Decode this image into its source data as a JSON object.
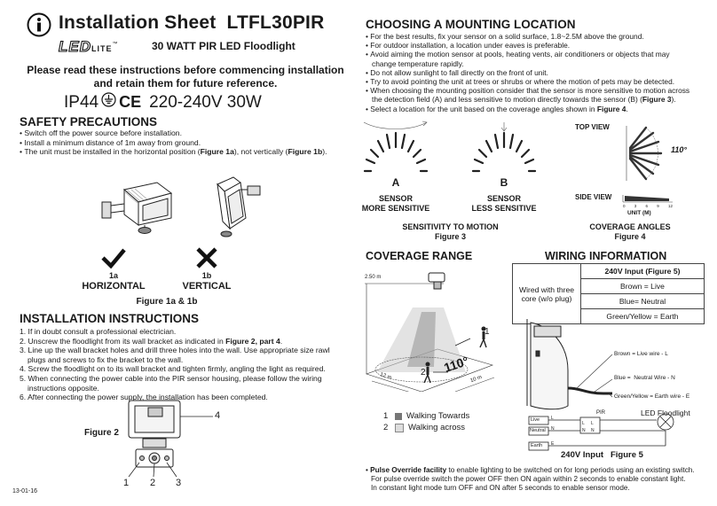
{
  "header": {
    "title": "Installation Sheet  LTFL30PIR",
    "brand_main": "LED",
    "brand_sub": "LITE",
    "brand_tm": "™",
    "product_line": "30 WATT PIR LED Floodlight",
    "notice_line1": "Please read these instructions before commencing installation",
    "notice_line2": "and retain them for future reference.",
    "rating_ip": "IP44",
    "rating_ce": "CE",
    "rating_voltage": "220-240V 30W"
  },
  "safety": {
    "heading": "SAFETY PRECAUTIONS",
    "items": [
      "Switch off the power source before installation.",
      "Install a minimum distance of 1m away from ground."
    ],
    "item3_pre": "The unit must be installed in the horizontal position (",
    "item3_b1": "Figure 1a",
    "item3_mid": "), not vertically (",
    "item3_b2": "Figure 1b",
    "item3_post": ")."
  },
  "figure1": {
    "label_a_code": "1a",
    "label_a": "HORIZONTAL",
    "label_b_code": "1b",
    "label_b": "VERTICAL",
    "caption": "Figure 1a & 1b"
  },
  "install": {
    "heading": "INSTALLATION INSTRUCTIONS",
    "step1": "1. If in doubt consult a professional electrician.",
    "step2_pre": "2. Unscrew the floodlight from its wall bracket as indicated in ",
    "step2_b": "Figure 2, part 4",
    "step2_post": ".",
    "step3_line1": "3. Line up the wall bracket holes and drill three holes into the wall. Use appropriate size rawl",
    "step3_line2": "plugs and screws to fix the bracket to the wall.",
    "step4": "4. Screw  the floodlight on to its wall bracket and tighten firmly, angling the light as required.",
    "step5_line1": "5. When connecting the power cable into the PIR sensor housing, please follow the wiring",
    "step5_line2": "instructions opposite.",
    "step6": "6. After connecting the power supply, the installation has been completed."
  },
  "figure2": {
    "caption": "Figure 2",
    "part1": "1",
    "part2": "2",
    "part3": "3",
    "part4": "4"
  },
  "footer_code": "13-01-16",
  "mounting": {
    "heading": "CHOOSING A MOUNTING LOCATION",
    "b1": "For the best results, fix your sensor on a solid surface, 1.8~2.5M above the ground.",
    "b2": "For outdoor installation, a location under eaves is preferable.",
    "b3_line1": "Avoid aiming the motion sensor at pools, heating vents, air conditioners or objects that may",
    "b3_line2": "change temperature rapidly.",
    "b4": "Do not allow sunlight to fall directly on the front of unit.",
    "b5": "Try to avoid pointing the unit at trees or shrubs or where the motion of pets may be detected.",
    "b6_line1": "When choosing the mounting position consider that the sensor is more sensitive to motion across",
    "b6_line2_pre": "the detection field (A) and less sensitive to motion directly towards the sensor (B) (",
    "b6_line2_b": "Figure 3",
    "b6_line2_post": ").",
    "b7_pre": "Select a location for the unit based on the coverage angles shown in ",
    "b7_b": "Figure 4",
    "b7_post": "."
  },
  "figure3": {
    "label_a": "A",
    "label_b": "B",
    "sensor_a1": "SENSOR",
    "sensor_a2": "MORE SENSITIVE",
    "sensor_b1": "SENSOR",
    "sensor_b2": "LESS SENSITIVE",
    "caption1": "SENSITIVITY TO MOTION",
    "caption2": "Figure 3"
  },
  "figure4": {
    "top_view": "TOP VIEW",
    "side_view": "SIDE VIEW",
    "angle": "110°",
    "unit": "UNIT (M)",
    "ticks": [
      "0",
      "3",
      "6",
      "9",
      "12"
    ],
    "caption1": "COVERAGE ANGLES",
    "caption2": "Figure 4"
  },
  "coverage": {
    "heading": "COVERAGE RANGE",
    "height": "2.50 m",
    "angle": "110°",
    "dist1": "12 m",
    "dist2": "10 m",
    "legend1_num": "1",
    "legend1": "Walking Towards",
    "legend2_num": "2",
    "legend2": "Walking across"
  },
  "wiring": {
    "heading": "WIRING INFORMATION",
    "left_cell": "Wired with three core (w/o plug)",
    "header": "240V Input (Figure 5)",
    "rows": [
      "Brown = Live",
      "Blue= Neutral",
      "Green/Yellow = Earth"
    ],
    "label_brown": "Brown = Live wire - L",
    "label_blue": "Blue =  Neutral Wire - N",
    "label_green": "Green/Yellow = Earth wire - E",
    "live": "Live",
    "neutral": "Neutral",
    "earth": "Earth",
    "pir": "PIR",
    "led_floodlight": "LED Floodlight",
    "caption": "240V Input   Figure 5",
    "pulse_b": "Pulse Override facility",
    "pulse_rest": " to enable lighting to be switched on for long periods using an existing switch.",
    "pulse_line2": "For pulse override switch the power OFF then ON again within 2 seconds to enable constant light.",
    "pulse_line3": "In constant light mode turn OFF and ON after 5 seconds to enable sensor mode."
  }
}
